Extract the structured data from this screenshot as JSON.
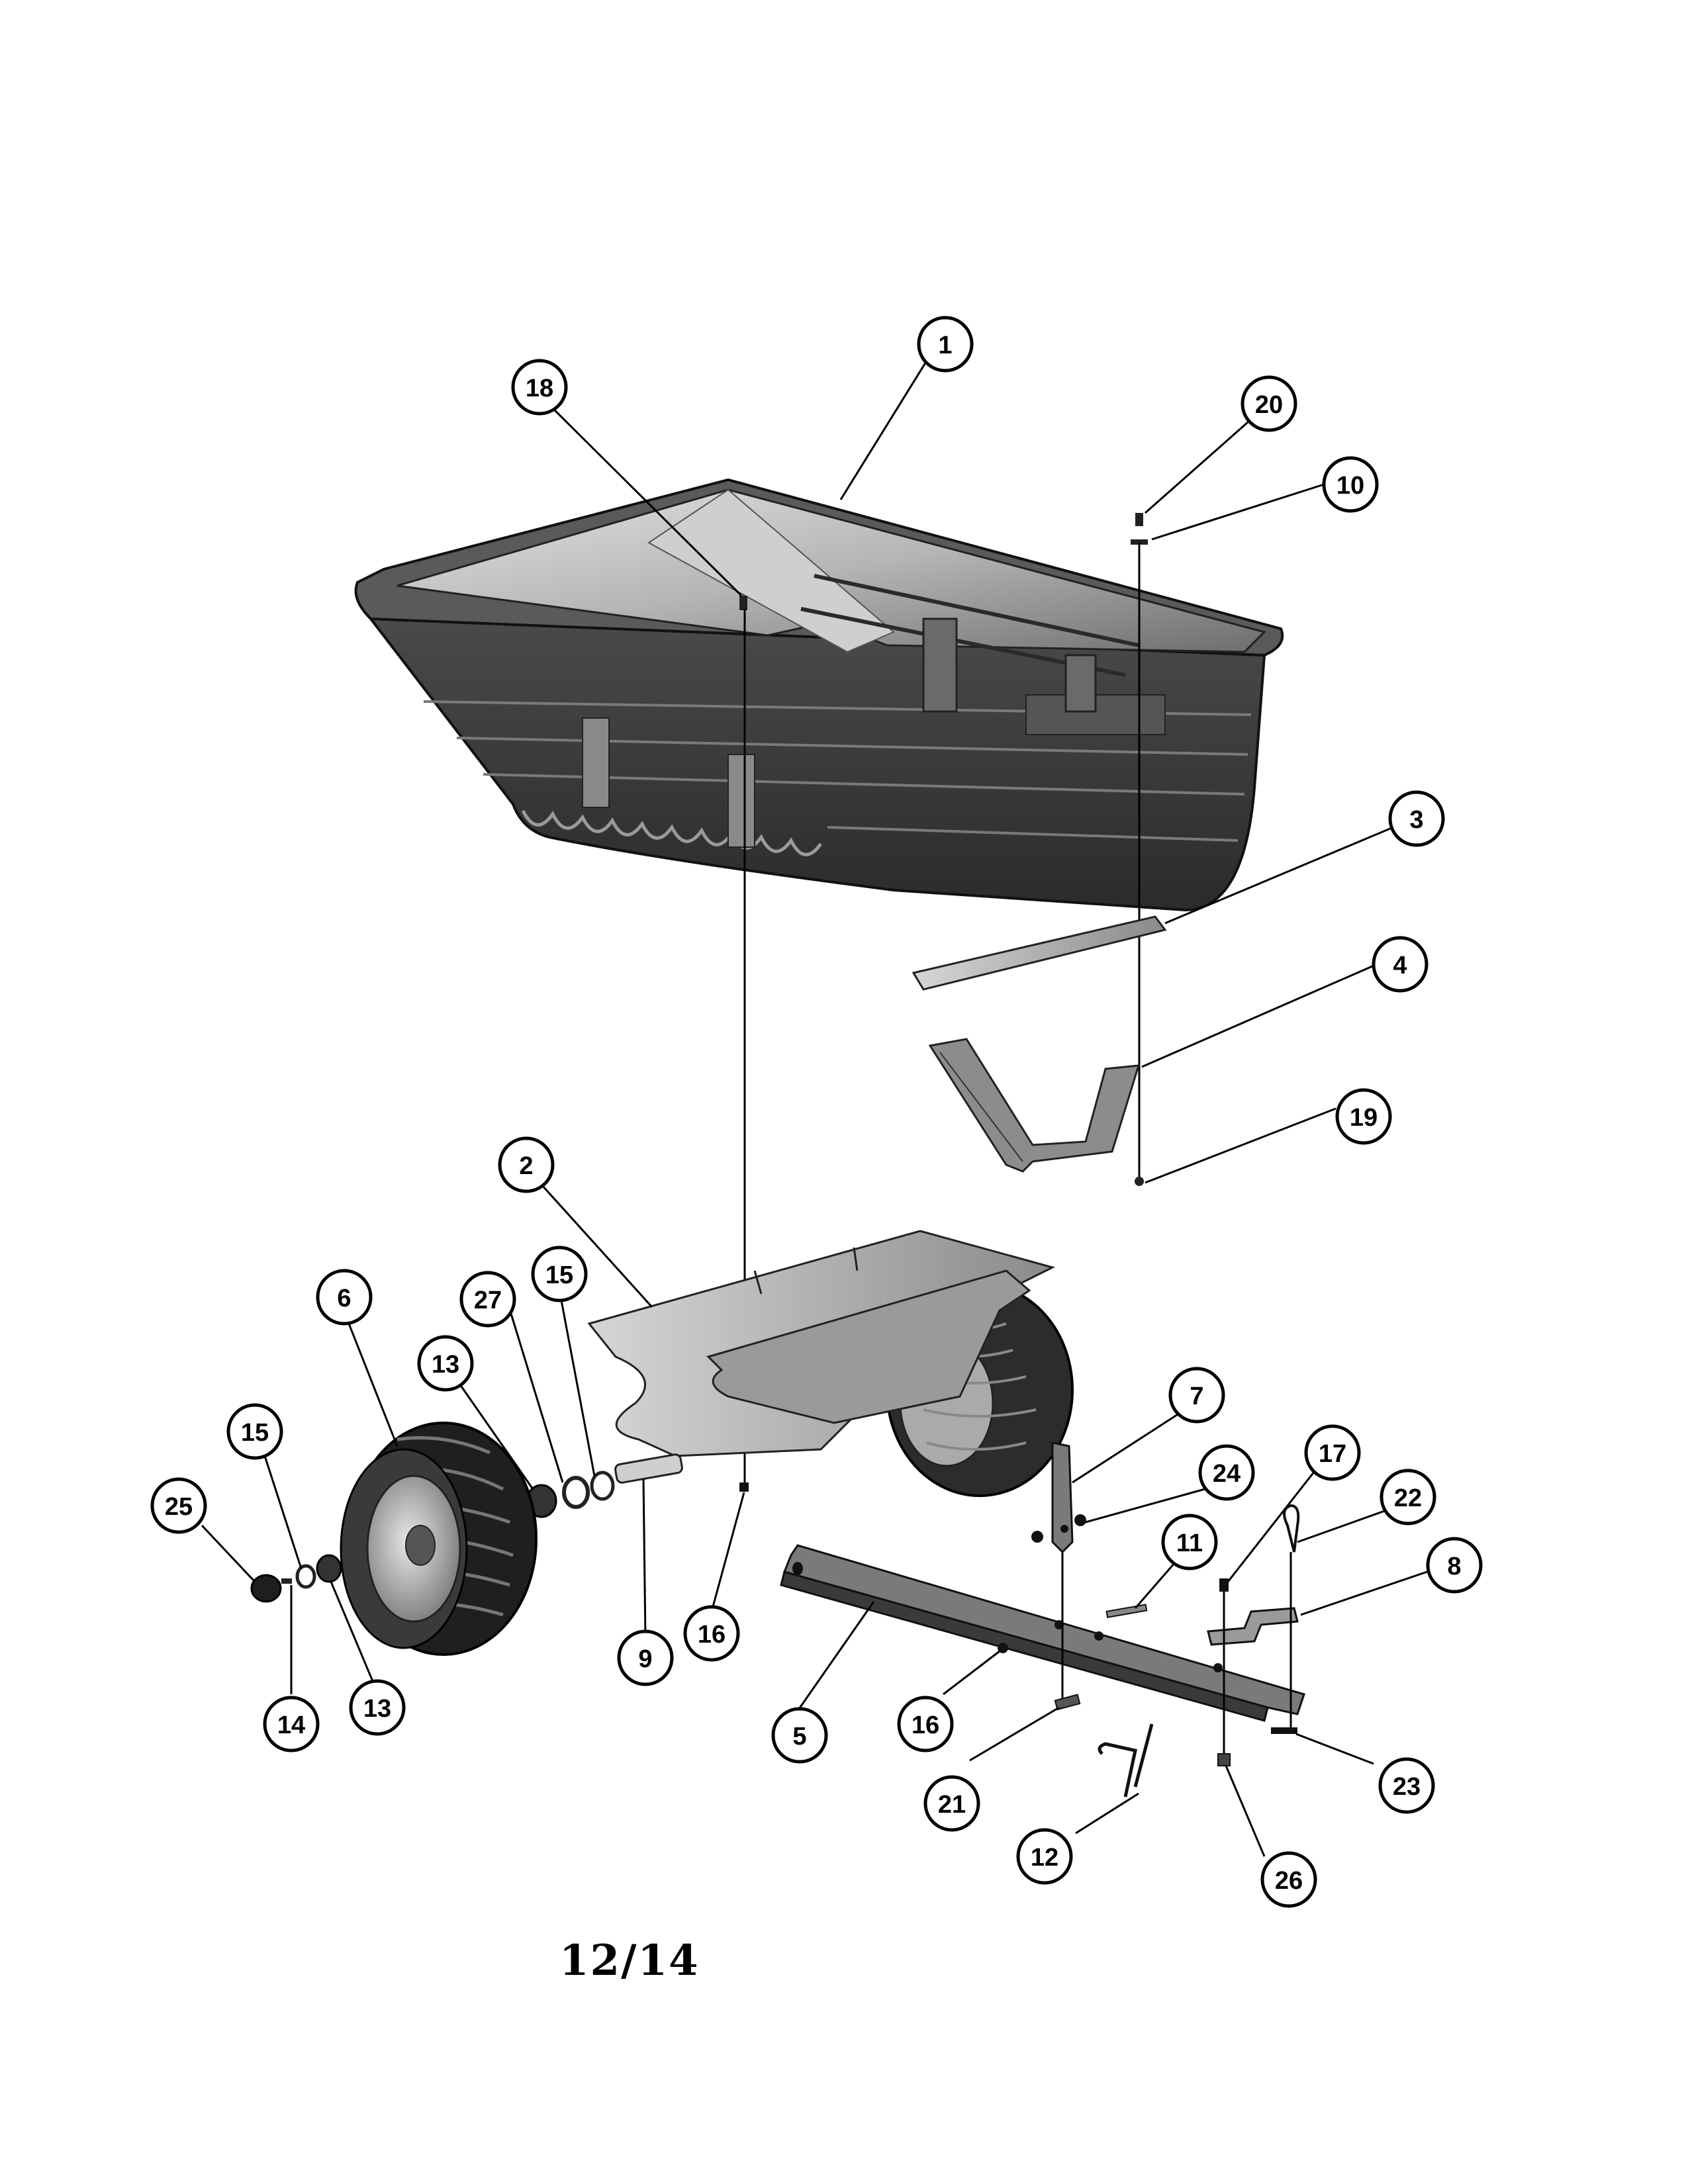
{
  "page": {
    "number": "12/14"
  },
  "colors": {
    "ink": "#000000",
    "body_dark": "#3a3a3a",
    "body_mid": "#6b6b6b",
    "body_light": "#bdbdbd",
    "paper": "#ffffff"
  },
  "callouts": [
    {
      "label": "1"
    },
    {
      "label": "18"
    },
    {
      "label": "20"
    },
    {
      "label": "10"
    },
    {
      "label": "3"
    },
    {
      "label": "4"
    },
    {
      "label": "19"
    },
    {
      "label": "2"
    },
    {
      "label": "6"
    },
    {
      "label": "27"
    },
    {
      "label": "15"
    },
    {
      "label": "13"
    },
    {
      "label": "15"
    },
    {
      "label": "25"
    },
    {
      "label": "14"
    },
    {
      "label": "13"
    },
    {
      "label": "9"
    },
    {
      "label": "16"
    },
    {
      "label": "7"
    },
    {
      "label": "24"
    },
    {
      "label": "17"
    },
    {
      "label": "22"
    },
    {
      "label": "11"
    },
    {
      "label": "8"
    },
    {
      "label": "5"
    },
    {
      "label": "16"
    },
    {
      "label": "21"
    },
    {
      "label": "12"
    },
    {
      "label": "26"
    },
    {
      "label": "23"
    }
  ]
}
